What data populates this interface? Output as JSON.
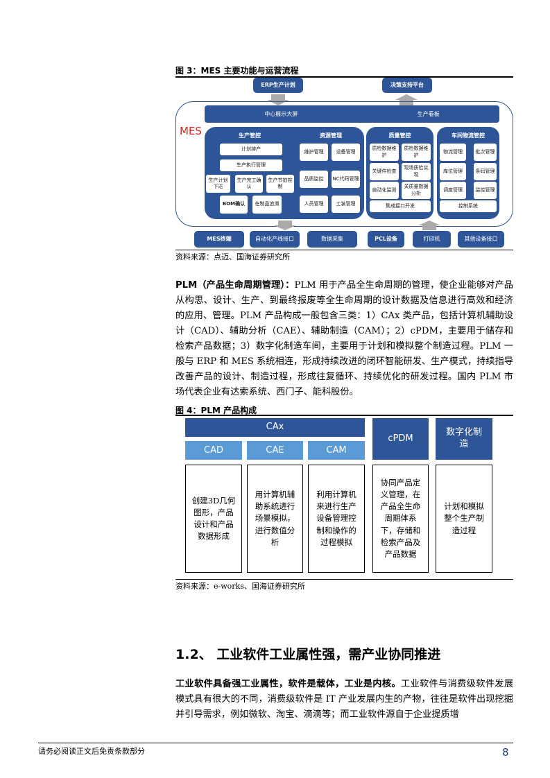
{
  "figure3": {
    "title": "图 3：MES 主要功能与运营流程",
    "erp": "ERP生产计划",
    "decision": "决策支持平台",
    "mes_label": "MES",
    "top_left": "中心展示大屏",
    "top_right": "生产看板",
    "production": {
      "title": "生产管控",
      "items": [
        "计划排产",
        "生产执行管理",
        "生产计划下达",
        "生产完工确认",
        "生产节拍控制",
        "BOM确认",
        "在制品追溯"
      ]
    },
    "resource": {
      "title": "资源管理",
      "items": [
        "维护管理",
        "设备管理",
        "品质监控",
        "NC代码管理",
        "人员管理",
        "工装管理"
      ]
    },
    "quality": {
      "title": "质量管控",
      "items": [
        "质检数据维护",
        "质检数据维护",
        "关键件检查",
        "现场质检实现",
        "自动化监测",
        "关质量数据分析",
        "集成接口开发"
      ]
    },
    "logistics": {
      "title": "车间物流管控",
      "items": [
        "物流管理",
        "批次管理",
        "库位管理",
        "条码管理",
        "调度管理",
        "监控管理",
        "控制系统"
      ]
    },
    "bottom": [
      "MES终端",
      "自动化产线接口",
      "数据采集",
      "PCL设备",
      "打印机",
      "其他设备接口"
    ],
    "source": "资料来源：点迈、国海证券研究所",
    "mes_color": "#e0201b",
    "box_color": "#2e5597"
  },
  "paragraph1": {
    "bold": "PLM（产品生命周期管理）：",
    "text": "PLM 用于产品全生命周期的管理，使企业能够对产品从构思、设计、生产、到最终报废等全生命周期的设计数据及信息进行高效和经济的应用、管理。PLM 产品构成一般包含三类：1）CAx 类产品，包括计算机辅助设计（CAD）、辅助分析（CAE）、辅助制造（CAM）；2）cPDM，主要用于储存和检索产品数据；3）数字化制造车间，主要用于计划和模拟整个制造过程。PLM 一般与 ERP 和 MES 系统相连，形成持续改进的闭环智能研发、生产模式，持续指导改善产品的设计、制造过程，形成往复循环、持续优化的研发过程。国内 PLM 市场代表企业有达索系统、西门子、能科股份。"
  },
  "figure4": {
    "title": "图 4：PLM 产品构成",
    "cax": "CAx",
    "cpdm": "cPDM",
    "digital": "数字化制造",
    "cad": "CAD",
    "cae": "CAE",
    "cam": "CAM",
    "descriptions": [
      "创建3D几何图形，产品设计和产品数据形成",
      "用计算机辅助系统进行场景模拟，进行数值分析",
      "利用计算机来进行生产设备管理控制和操作的过程模拟",
      "协同产品定义管理，在产品全生命周期体系下，存储和检索产品及产品数据",
      "计划和模拟整个生产制造过程"
    ],
    "source": "资料来源：e-works、国海证券研究所",
    "header_color": "#2e5597",
    "sub_color": "#5b9bd5"
  },
  "section": {
    "heading": "1.2、 工业软件工业属性强，需产业协同推进"
  },
  "paragraph2": {
    "bold": "工业软件具备强工业属性，软件是载体，工业是内核。",
    "text": "工业软件与消费级软件发展模式具有很大的不同，消费级软件是 IT 产业发展内生的产物，往往是软件出现挖掘并引导需求，例如微软、淘宝、滴滴等；而工业软件源自于企业提质增"
  },
  "footer": {
    "disclaimer": "请务必阅读正文后免责条款部分",
    "page": "8"
  }
}
